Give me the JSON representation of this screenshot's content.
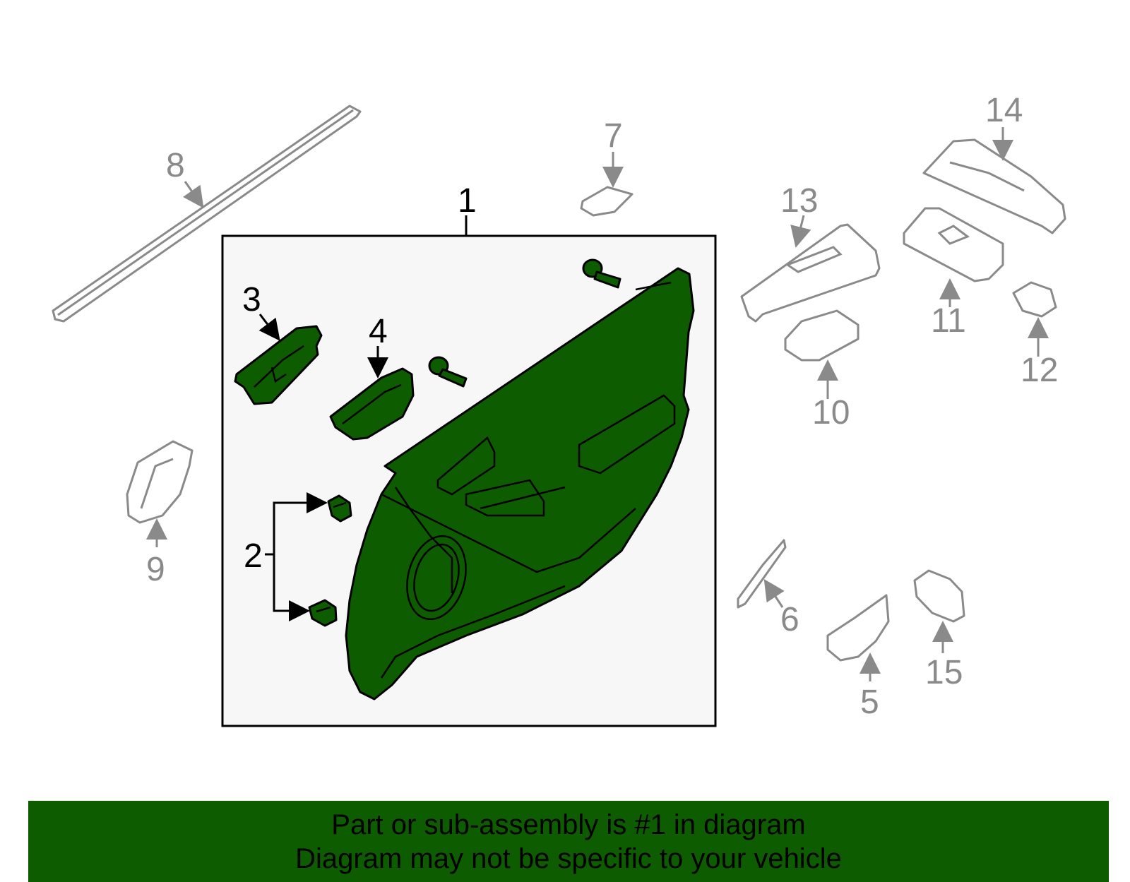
{
  "callouts": {
    "c1": "1",
    "c2": "2",
    "c3": "3",
    "c4": "4",
    "c5": "5",
    "c6": "6",
    "c7": "7",
    "c8": "8",
    "c9": "9",
    "c10": "10",
    "c11": "11",
    "c12": "12",
    "c13": "13",
    "c14": "14",
    "c15": "15"
  },
  "banner": {
    "line1": "Part or sub-assembly is #1 in diagram",
    "line2": "Diagram may not be specific to your vehicle"
  },
  "colors": {
    "highlight": "#0d5c00",
    "unselected_part": "#8a8a8a",
    "assembly_box_fill": "#f7f7f7"
  }
}
